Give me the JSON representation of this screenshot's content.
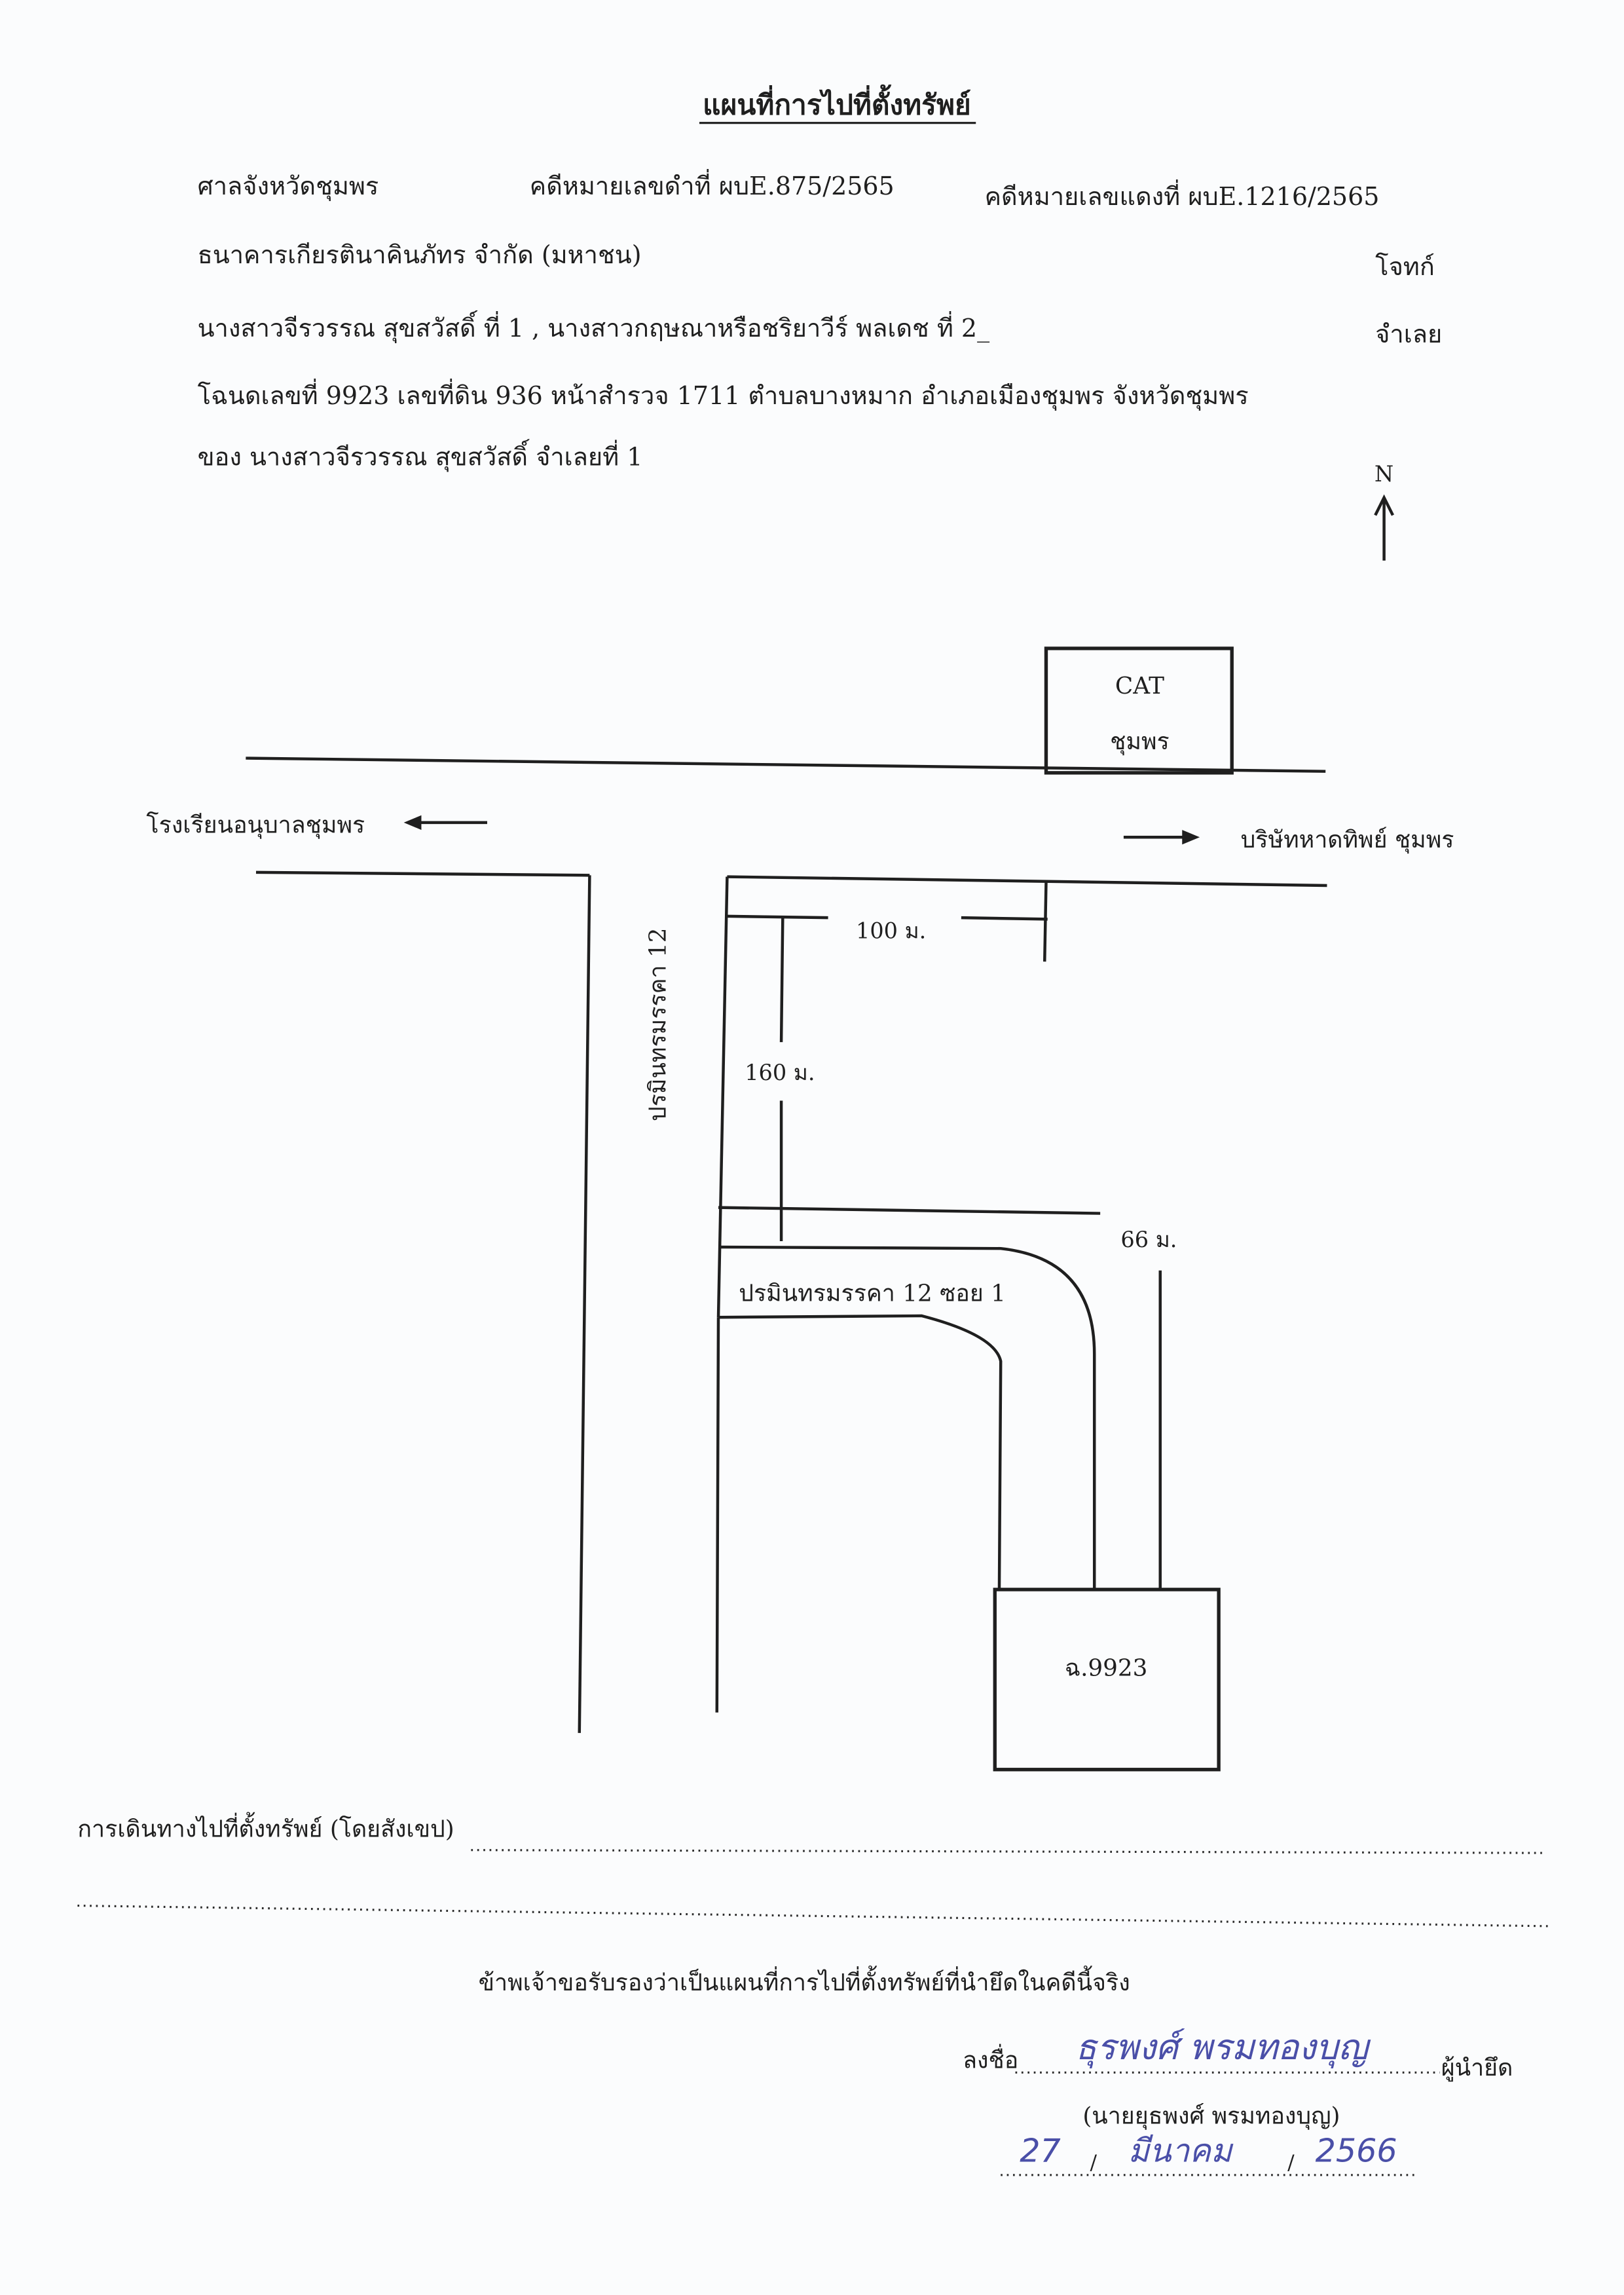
{
  "header": {
    "title": "แผนที่การไปที่ตั้งทรัพย์",
    "court": "ศาลจังหวัดชุมพร",
    "black_case": "คดีหมายเลขดำที่ ผบE.875/2565",
    "red_case": "คดีหมายเลขแดงที่ ผบE.1216/2565",
    "plaintiff": "ธนาคารเกียรตินาคินภัทร จำกัด (มหาชน)",
    "plaintiff_role": "โจทก์",
    "defendants": "นางสาวจีรวรรณ สุขสวัสดิ์ ที่ 1 , นางสาวกฤษณาหรือชริยาวีร์ พลเดช ที่ 2_",
    "defendant_role": "จำเลย",
    "deed": "โฉนดเลขที่ 9923 เลขที่ดิน 936 หน้าสำรวจ 1711 ตำบลบางหมาก อำเภอเมืองชุมพร จังหวัดชุมพร",
    "owner": "ของ นางสาวจีรวรรณ สุขสวัสดิ์ จำเลยที่ 1"
  },
  "map": {
    "north_label": "N",
    "landmark_name": "CAT",
    "landmark_city": "ชุมพร",
    "left_destination": "โรงเรียนอนุบาลชุมพร",
    "right_destination": "บริษัทหาดทิพย์ ชุมพร",
    "road_main": "ปรมินทรมรรคา 12",
    "road_soi": "ปรมินทรมรรคา 12 ซอย 1",
    "distance_1": "100 ม.",
    "distance_2": "160 ม.",
    "distance_3": "66 ม.",
    "property_label": "ฉ.9923"
  },
  "footer": {
    "directions_label": "การเดินทางไปที่ตั้งทรัพย์ (โดยสังเขป)",
    "certification": "ข้าพเจ้าขอรับรองว่าเป็นแผนที่การไปที่ตั้งทรัพย์ที่นำยึดในคดีนี้จริง",
    "sign_label": "ลงชื่อ",
    "signature": "ธุรพงศ์ พรมทองบุญ",
    "signer_role": "ผู้นำยึด",
    "signer_name": "(นายยุธพงศ์ พรมทองบุญ)",
    "date_day": "27",
    "date_month": "มีนาคม",
    "date_year": "2566"
  }
}
